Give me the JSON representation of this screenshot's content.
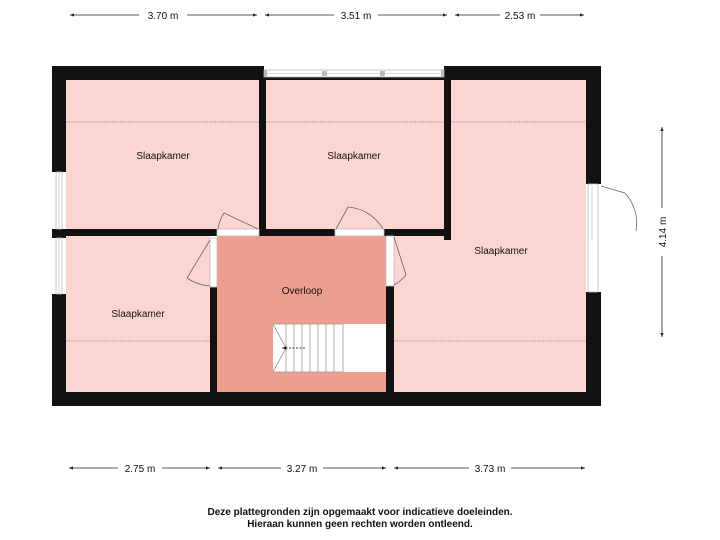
{
  "colors": {
    "wall": "#111111",
    "room_fill": "#fcd4d2",
    "landing_fill": "#ee9e8e",
    "stairs_fill": "#ffffff",
    "window": "#cfd3d6",
    "ceiling_line": "#9a8080",
    "dimension_line": "#222222"
  },
  "rooms": {
    "bedroom_top_left": "Slaapkamer",
    "bedroom_top_middle": "Slaapkamer",
    "bedroom_right": "Slaapkamer",
    "bedroom_bottom_left": "Slaapkamer",
    "landing": "Overloop"
  },
  "dimensions": {
    "top_left": "3.70 m",
    "top_middle": "3.51 m",
    "top_right": "2.53 m",
    "bottom_left": "2.75 m",
    "bottom_middle": "3.27 m",
    "bottom_right": "3.73 m",
    "right_vertical": "4.14 m"
  },
  "disclaimer": {
    "line1": "Deze plattegronden zijn opgemaakt voor indicatieve doeleinden.",
    "line2": "Hieraan kunnen geen rechten worden ontleend."
  }
}
